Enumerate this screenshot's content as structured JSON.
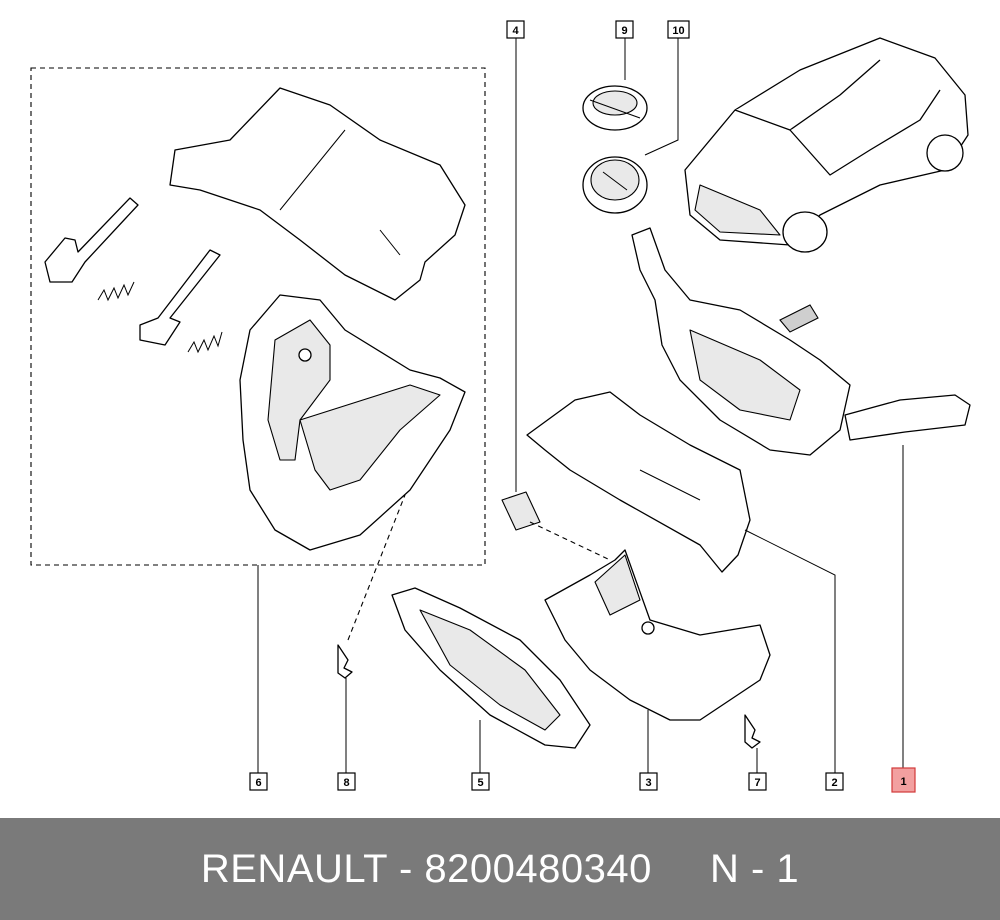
{
  "callouts": [
    {
      "id": "6",
      "label": "6"
    },
    {
      "id": "8",
      "label": "8"
    },
    {
      "id": "5",
      "label": "5"
    },
    {
      "id": "3",
      "label": "3"
    },
    {
      "id": "7",
      "label": "7"
    },
    {
      "id": "2",
      "label": "2"
    },
    {
      "id": "1",
      "label": "1",
      "highlighted": true
    },
    {
      "id": "4",
      "label": "4"
    },
    {
      "id": "9",
      "label": "9"
    },
    {
      "id": "10",
      "label": "10"
    }
  ],
  "footer": {
    "text": "RENAULT - 8200480340     N - 1"
  },
  "colors": {
    "highlight_fill": "#f2a0a0",
    "highlight_stroke": "#d23a3a",
    "footer_background": "#7a7a7a"
  }
}
